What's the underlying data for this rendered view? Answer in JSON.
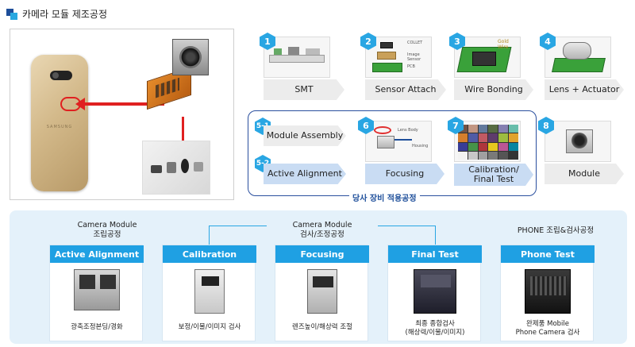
{
  "title": "카메라 모듈 제조공정",
  "photo_panel": {
    "phone_brand": "SAMSUNG"
  },
  "steps": [
    {
      "badge": "1",
      "label": "SMT"
    },
    {
      "badge": "2",
      "label": "Sensor Attach",
      "img_labels": [
        "COLLET",
        "Image Sensor",
        "PCB"
      ]
    },
    {
      "badge": "3",
      "label": "Wire Bonding",
      "img_label": "Gold Wire"
    },
    {
      "badge": "4",
      "label": "Lens + Actuator"
    },
    {
      "badge": "5-1",
      "label": "Module Assembly"
    },
    {
      "badge": "5-2",
      "label": "Active Alignment"
    },
    {
      "badge": "6",
      "label": "Focusing",
      "img_labels": [
        "Lens Body",
        "Housing"
      ]
    },
    {
      "badge": "7",
      "label": "Calibration/\nFinal Test"
    },
    {
      "badge": "8",
      "label": "Module"
    }
  ],
  "owned_equipment_label": "당사 장비 적용공정",
  "bottom": {
    "heads": {
      "assembly": "Camera Module\n조립공정",
      "inspection": "Camera Module\n검사/조정공정",
      "phone": "PHONE 조립&검사공정"
    },
    "cards": [
      {
        "title": "Active Alignment",
        "caption": "광축조정본딩/경화"
      },
      {
        "title": "Calibration",
        "caption": "보정/이물/이미지 검사"
      },
      {
        "title": "Focusing",
        "caption": "렌즈높이/해상력 조절"
      },
      {
        "title": "Final Test",
        "caption": "최종 종합검사\n(해상력/이물/이미지)"
      },
      {
        "title": "Phone Test",
        "caption": "완제품 Mobile\nPhone Camera 검사"
      }
    ]
  },
  "colors": {
    "accent": "#29a6e3",
    "brand_dark": "#1d4e9a",
    "arrow_red": "#e02020",
    "bottom_bg": "#e4f1fa"
  }
}
